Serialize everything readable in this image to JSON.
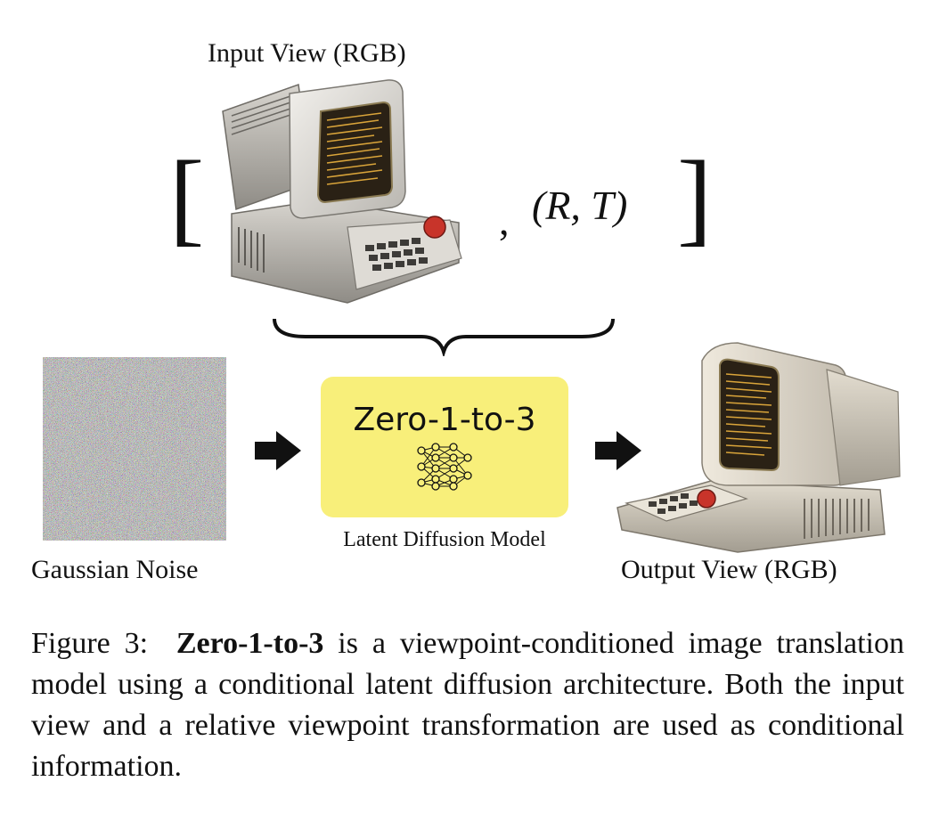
{
  "figure": {
    "input_label": "Input View (RGB)",
    "bracket_open": "[",
    "bracket_close": "]",
    "comma": ",",
    "pose_label": "(R, T)",
    "noise_label": "Gaussian Noise",
    "model_name": "Zero-1-to-3",
    "model_subtitle": "Latent Diffusion Model",
    "output_label": "Output View (RGB)"
  },
  "caption": {
    "prefix": "Figure 3:",
    "bold": "Zero-1-to-3",
    "text": "is a viewpoint-conditioned image translation model using a conditional latent diffusion architecture. Both the input view and a relative viewpoint transformation are used as conditional information."
  },
  "colors": {
    "model_box": "#f8ef7a",
    "text": "#111111"
  },
  "icons": [
    "retro-computer-input-image",
    "retro-computer-output-image",
    "gaussian-noise-image",
    "neural-network-icon",
    "right-arrow-icon",
    "curly-brace-icon"
  ]
}
